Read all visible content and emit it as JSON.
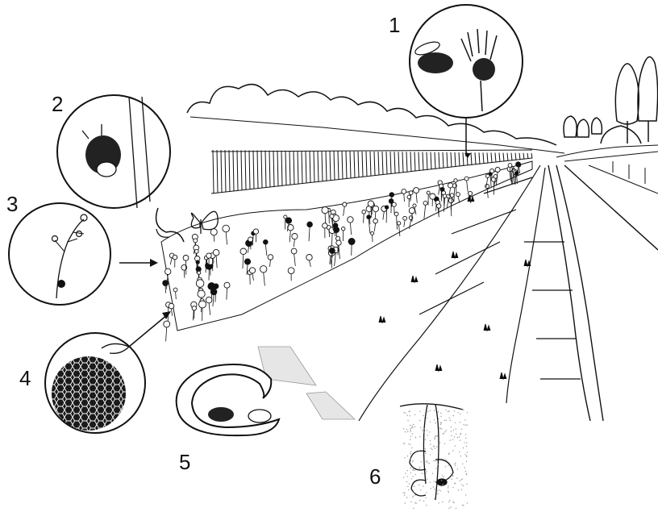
{
  "labels": {
    "one": "1",
    "two": "2",
    "three": "3",
    "four": "4",
    "five": "5",
    "six": "6"
  },
  "colors": {
    "ink": "#111111",
    "paper": "#ffffff",
    "stipple": "#9a9a9a"
  }
}
